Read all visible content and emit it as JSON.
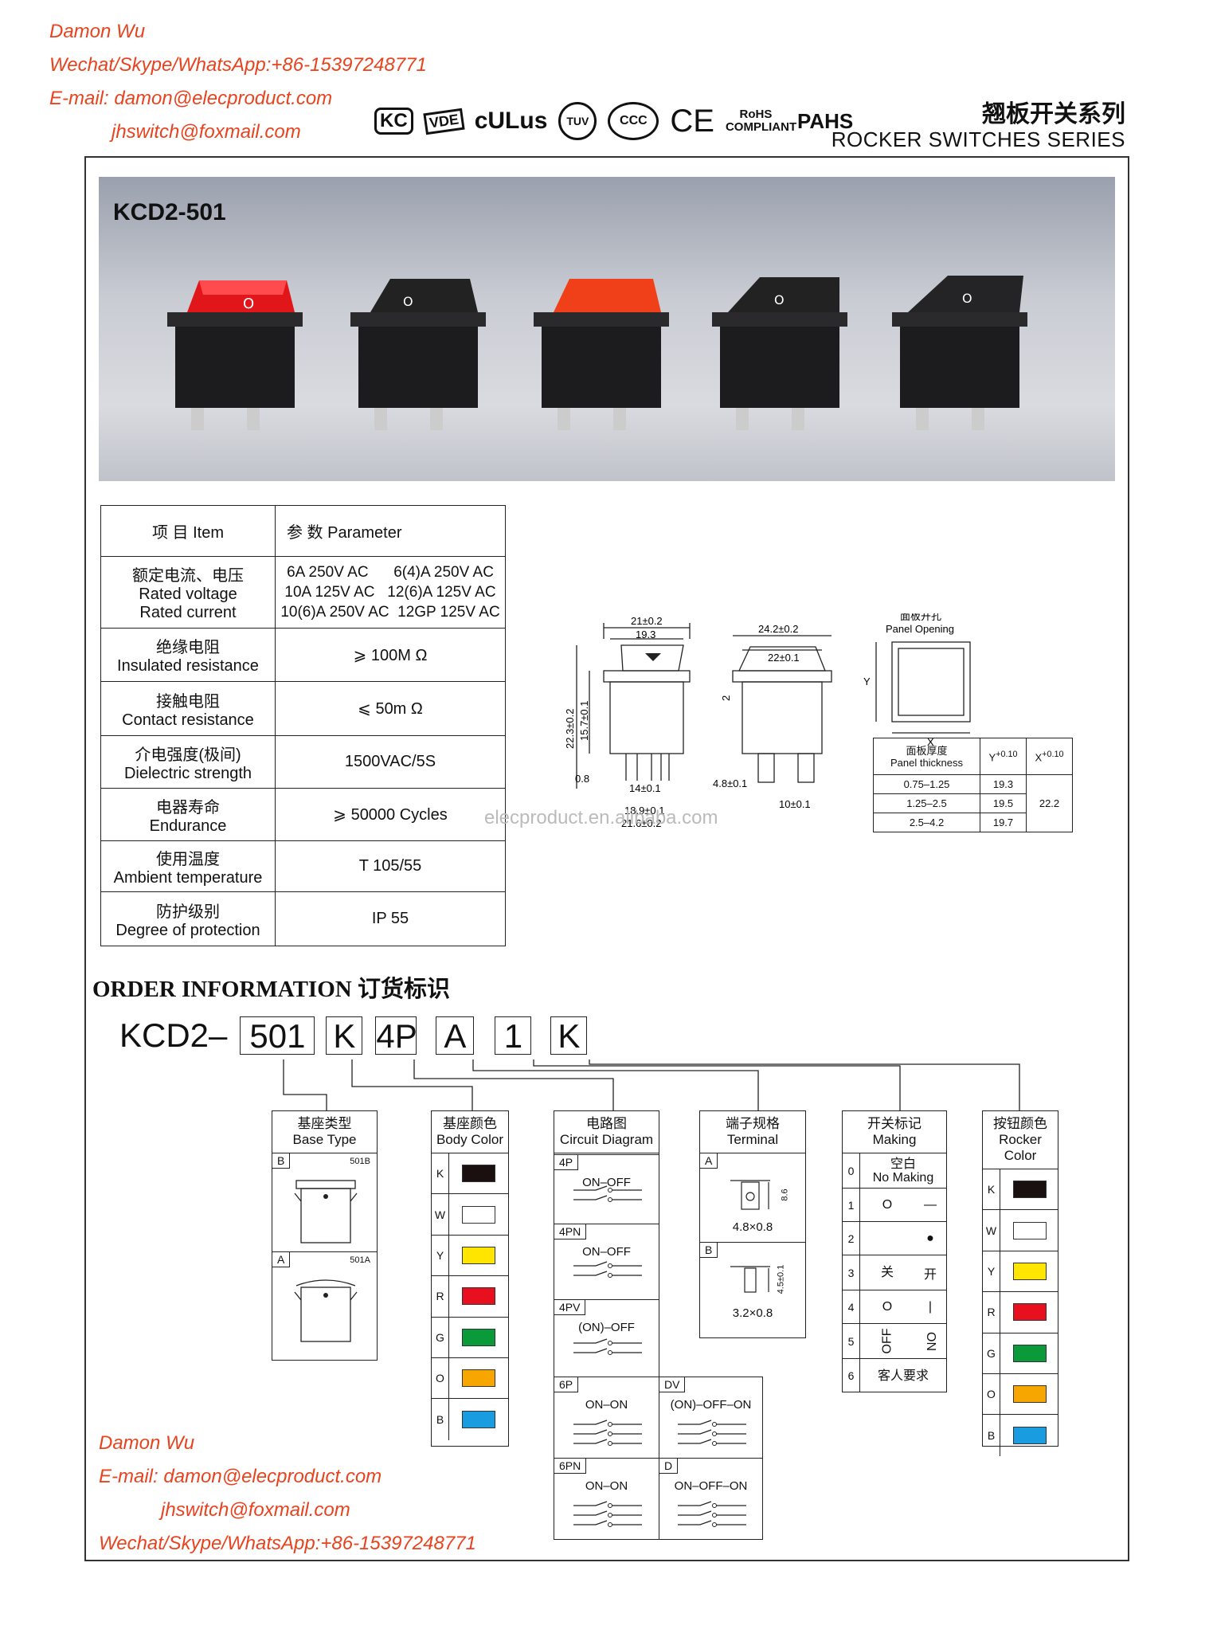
{
  "contact_top": {
    "name": "Damon Wu",
    "wechat": "Wechat/Skype/WhatsApp:+86-15397248771",
    "email": "E-mail: damon@elecproduct.com",
    "email2": "jhswitch@foxmail.com"
  },
  "contact_bottom": {
    "name": "Damon Wu",
    "email": "E-mail: damon@elecproduct.com",
    "email2": "jhswitch@foxmail.com",
    "wechat": "Wechat/Skype/WhatsApp:+86-15397248771"
  },
  "certifications": [
    "KC",
    "VDE",
    "cULus",
    "TUV",
    "CCC",
    "CE",
    "RoHS COMPLIANT",
    "PAHS"
  ],
  "series": {
    "cn": "翘板开关系列",
    "en": "ROCKER SWITCHES SERIES"
  },
  "model": "KCD2-501",
  "spec_table": {
    "header": {
      "item": "项 目   Item",
      "param": "参 数   Parameter"
    },
    "rows": [
      {
        "item_cn": "额定电流、电压",
        "item_en": "Rated voltage\nRated current",
        "param": "6A 250V AC      6(4)A 250V AC\n10A 125V AC   12(6)A 125V AC\n10(6)A 250V AC  12GP 125V AC"
      },
      {
        "item_cn": "绝缘电阻",
        "item_en": "Insulated resistance",
        "param": "⩾ 100M Ω"
      },
      {
        "item_cn": "接触电阻",
        "item_en": "Contact resistance",
        "param": "⩽ 50m Ω"
      },
      {
        "item_cn": "介电强度(极间)",
        "item_en": "Dielectric strength",
        "param": "1500VAC/5S"
      },
      {
        "item_cn": "电器寿命",
        "item_en": "Endurance",
        "param": "⩾ 50000 Cycles"
      },
      {
        "item_cn": "使用温度",
        "item_en": "Ambient temperature",
        "param": "T 105/55"
      },
      {
        "item_cn": "防护级别",
        "item_en": "Degree of protection",
        "param": "IP 55"
      }
    ]
  },
  "dims": {
    "front": [
      "21±0.2",
      "19.3",
      "15.7±0.1",
      "22.3±0.2",
      "0.8",
      "14±0.1",
      "18.9±0.1",
      "21.6±0.2"
    ],
    "side": [
      "24.2±0.2",
      "22±0.1",
      "2",
      "4.8±0.1",
      "10±0.1"
    ],
    "panel_title_cn": "面板开孔",
    "panel_title_en": "Panel Opening",
    "panel_y": "Y",
    "panel_x": "X"
  },
  "panel_table": {
    "h1_cn": "面板厚度",
    "h1_en": "Panel thickness",
    "h2": "Y",
    "h3": "X",
    "tol": "+0.10",
    "tol0": "0",
    "rows": [
      [
        "0.75–1.25",
        "19.3"
      ],
      [
        "1.25–2.5",
        "19.5"
      ],
      [
        "2.5–4.2",
        "19.7"
      ]
    ],
    "x_value": "22.2"
  },
  "watermark": "elecproduct.en.alibaba.com",
  "order": {
    "title": "ORDER INFORMATION 订货标识",
    "prefix": "KCD2–",
    "codes": [
      "501",
      "K",
      "4P",
      "A",
      "1",
      "K"
    ]
  },
  "base_type": {
    "title_cn": "基座类型",
    "title_en": "Base Type",
    "items": [
      {
        "key": "B",
        "ref": "501B"
      },
      {
        "key": "A",
        "ref": "501A"
      }
    ]
  },
  "body_color": {
    "title_cn": "基座颜色",
    "title_en": "Body Color",
    "items": [
      {
        "key": "K",
        "color": "#1a1010"
      },
      {
        "key": "W",
        "color": "#ffffff"
      },
      {
        "key": "Y",
        "color": "#ffe500"
      },
      {
        "key": "R",
        "color": "#e8101e"
      },
      {
        "key": "G",
        "color": "#0a9a3a"
      },
      {
        "key": "O",
        "color": "#f7a600"
      },
      {
        "key": "B",
        "color": "#1a9ce0"
      }
    ]
  },
  "circuit": {
    "title_cn": "电路图",
    "title_en": "Circuit Diagram",
    "items": [
      {
        "key": "4P",
        "label": "ON–OFF"
      },
      {
        "key": "4PN",
        "label": "ON–OFF"
      },
      {
        "key": "4PV",
        "label": "(ON)–OFF"
      },
      {
        "key": "6P",
        "label": "ON–ON"
      },
      {
        "key": "DV",
        "label": "(ON)–OFF–ON"
      },
      {
        "key": "6PN",
        "label": "ON–ON"
      },
      {
        "key": "D",
        "label": "ON–OFF–ON"
      }
    ]
  },
  "terminal": {
    "title_cn": "端子规格",
    "title_en": "Terminal",
    "items": [
      {
        "key": "A",
        "size": "4.8×0.8",
        "dim": "8.6"
      },
      {
        "key": "B",
        "size": "3.2×0.8",
        "dim": "4.5±0.1"
      }
    ]
  },
  "making": {
    "title_cn": "开关标记",
    "title_en": "Making",
    "items": [
      {
        "key": "0",
        "left": "空白\nNo Making",
        "right": ""
      },
      {
        "key": "1",
        "left": "O",
        "right": "—"
      },
      {
        "key": "2",
        "left": "",
        "right": "●"
      },
      {
        "key": "3",
        "left": "关",
        "right": "开"
      },
      {
        "key": "4",
        "left": "O",
        "right": "|"
      },
      {
        "key": "5",
        "left": "OFF",
        "right": "ON"
      },
      {
        "key": "6",
        "left": "客人要求",
        "right": ""
      }
    ]
  },
  "rocker_color": {
    "title_cn": "按钮颜色",
    "title_en": "Rocker Color",
    "items": [
      {
        "key": "K",
        "color": "#1a1010"
      },
      {
        "key": "W",
        "color": "#ffffff"
      },
      {
        "key": "Y",
        "color": "#ffe500"
      },
      {
        "key": "R",
        "color": "#e8101e"
      },
      {
        "key": "G",
        "color": "#0a9a3a"
      },
      {
        "key": "O",
        "color": "#f7a600"
      },
      {
        "key": "B",
        "color": "#1a9ce0"
      }
    ]
  }
}
